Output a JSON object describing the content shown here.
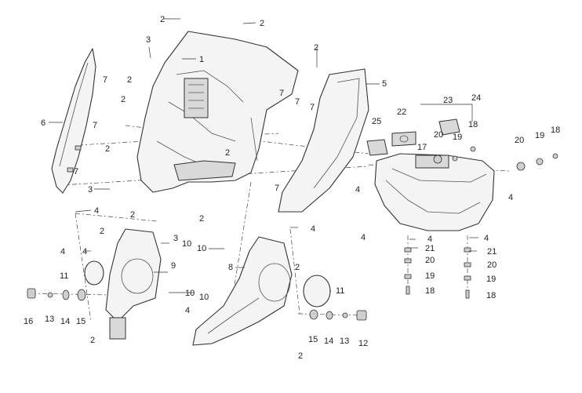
{
  "labels": [
    {
      "id": "c1",
      "text": "2"
    },
    {
      "id": "c2",
      "text": "2"
    },
    {
      "id": "c3",
      "text": "3"
    },
    {
      "id": "c4",
      "text": "1"
    },
    {
      "id": "c5",
      "text": "2"
    },
    {
      "id": "c6",
      "text": "7"
    },
    {
      "id": "c7",
      "text": "2"
    },
    {
      "id": "c8",
      "text": "6"
    },
    {
      "id": "c9",
      "text": "7"
    },
    {
      "id": "c10",
      "text": "2"
    },
    {
      "id": "c11",
      "text": "7"
    },
    {
      "id": "c12",
      "text": "3"
    },
    {
      "id": "c13",
      "text": "4"
    },
    {
      "id": "c14",
      "text": "2"
    },
    {
      "id": "c15",
      "text": "2"
    },
    {
      "id": "c16",
      "text": "2"
    },
    {
      "id": "c17",
      "text": "3"
    },
    {
      "id": "c18",
      "text": "2"
    },
    {
      "id": "c19",
      "text": "7"
    },
    {
      "id": "c20",
      "text": "7"
    },
    {
      "id": "c21",
      "text": "7"
    },
    {
      "id": "c22",
      "text": "2"
    },
    {
      "id": "c23",
      "text": "7"
    },
    {
      "id": "c24",
      "text": "5"
    },
    {
      "id": "c25",
      "text": "4"
    },
    {
      "id": "c26",
      "text": "4"
    },
    {
      "id": "c27",
      "text": "9"
    },
    {
      "id": "c28",
      "text": "10"
    },
    {
      "id": "c29",
      "text": "10"
    },
    {
      "id": "c30",
      "text": "11"
    },
    {
      "id": "c31",
      "text": "10"
    },
    {
      "id": "c32",
      "text": "8"
    },
    {
      "id": "c33",
      "text": "2"
    },
    {
      "id": "c34",
      "text": "10"
    },
    {
      "id": "c35",
      "text": "11"
    },
    {
      "id": "c36",
      "text": "4"
    },
    {
      "id": "c37",
      "text": "16"
    },
    {
      "id": "c38",
      "text": "13"
    },
    {
      "id": "c39",
      "text": "14"
    },
    {
      "id": "c40",
      "text": "15"
    },
    {
      "id": "c41",
      "text": "2"
    },
    {
      "id": "c42",
      "text": "15"
    },
    {
      "id": "c43",
      "text": "14"
    },
    {
      "id": "c44",
      "text": "13"
    },
    {
      "id": "c45",
      "text": "12"
    },
    {
      "id": "c46",
      "text": "2"
    },
    {
      "id": "c47",
      "text": "22"
    },
    {
      "id": "c48",
      "text": "23"
    },
    {
      "id": "c49",
      "text": "24"
    },
    {
      "id": "c50",
      "text": "25"
    },
    {
      "id": "c51",
      "text": "18"
    },
    {
      "id": "c52",
      "text": "20"
    },
    {
      "id": "c53",
      "text": "19"
    },
    {
      "id": "c54",
      "text": "17"
    },
    {
      "id": "c55",
      "text": "20"
    },
    {
      "id": "c56",
      "text": "19"
    },
    {
      "id": "c57",
      "text": "18"
    },
    {
      "id": "c58",
      "text": "4"
    },
    {
      "id": "c59",
      "text": "4"
    },
    {
      "id": "c60",
      "text": "4"
    },
    {
      "id": "c61",
      "text": "4"
    },
    {
      "id": "c62",
      "text": "4"
    },
    {
      "id": "c63",
      "text": "21"
    },
    {
      "id": "c64",
      "text": "21"
    },
    {
      "id": "c65",
      "text": "20"
    },
    {
      "id": "c66",
      "text": "20"
    },
    {
      "id": "c67",
      "text": "19"
    },
    {
      "id": "c68",
      "text": "19"
    },
    {
      "id": "c69",
      "text": "18"
    },
    {
      "id": "c70",
      "text": "18"
    },
    {
      "id": "c71",
      "text": "4"
    }
  ]
}
